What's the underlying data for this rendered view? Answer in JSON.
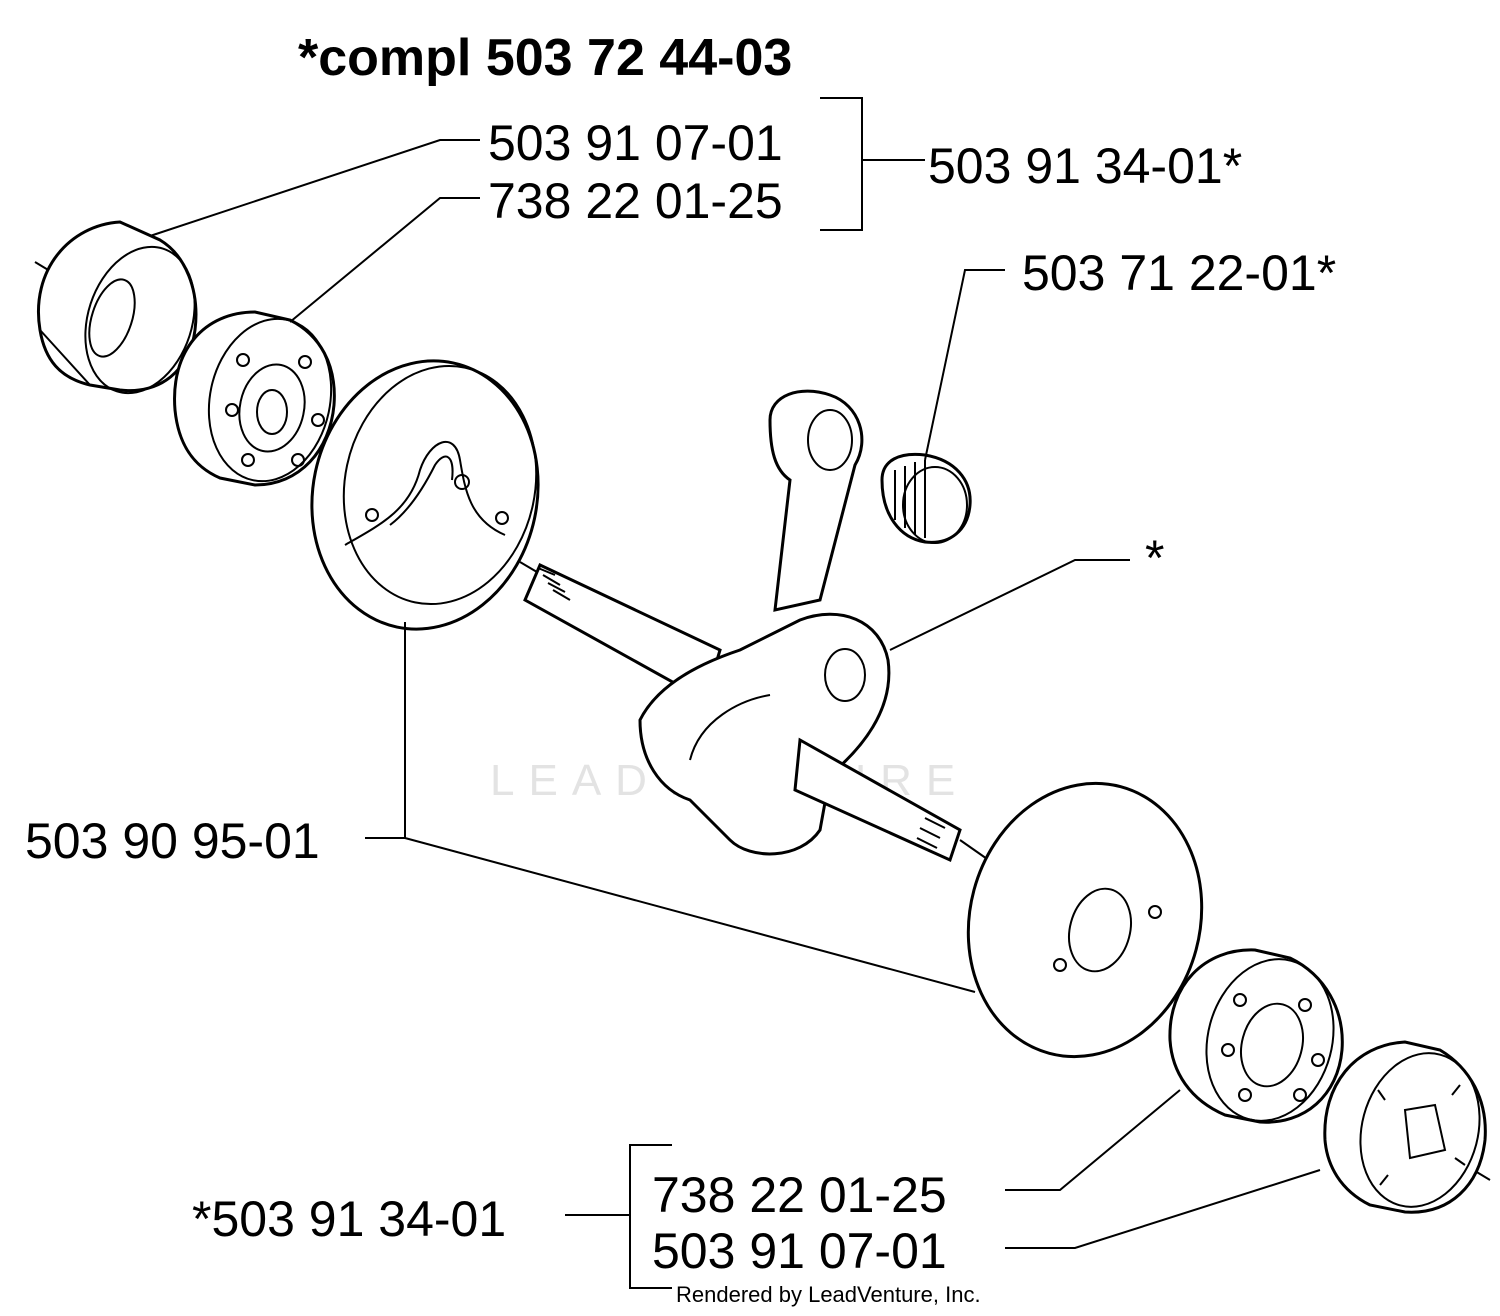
{
  "title": "*compl 503 72 44-03",
  "labels": {
    "sleeve_top": "503 91 07-01",
    "bearing_top": "738 22 01-25",
    "bearing_kit_top": "503 91 34-01*",
    "needle_bearing": "503 71 22-01*",
    "crankshaft": "*",
    "crank_halves": "503 90 95-01",
    "bearing_kit_bottom": "*503 91 34-01",
    "bearing_bottom": "738 22 01-25",
    "sleeve_bottom": "503 91 07-01"
  },
  "watermark": "LEADVENTURE",
  "footer": "Rendered by LeadVenture, Inc."
}
